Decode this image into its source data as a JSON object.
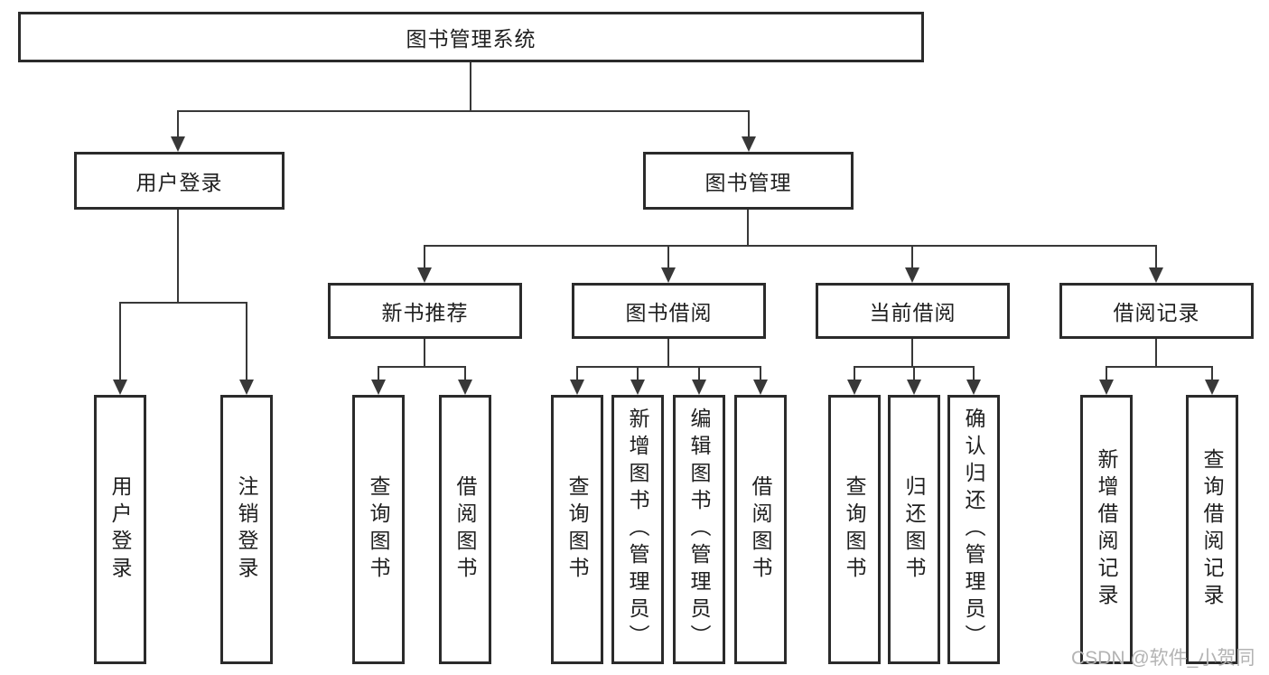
{
  "tree": {
    "root": {
      "label": "图书管理系统"
    },
    "branches": [
      {
        "label": "用户登录",
        "leaves": [
          {
            "label": "用户登录"
          },
          {
            "label": "注销登录"
          }
        ]
      },
      {
        "label": "图书管理",
        "groups": [
          {
            "label": "新书推荐",
            "leaves": [
              {
                "label": "查询图书"
              },
              {
                "label": "借阅图书"
              }
            ]
          },
          {
            "label": "图书借阅",
            "leaves": [
              {
                "label": "查询图书"
              },
              {
                "label": "新增图书（管理员）"
              },
              {
                "label": "编辑图书（管理员）"
              },
              {
                "label": "借阅图书"
              }
            ]
          },
          {
            "label": "当前借阅",
            "leaves": [
              {
                "label": "查询图书"
              },
              {
                "label": "归还图书"
              },
              {
                "label": "确认归还（管理员）"
              }
            ]
          },
          {
            "label": "借阅记录",
            "leaves": [
              {
                "label": "新增借阅记录"
              },
              {
                "label": "查询借阅记录"
              }
            ]
          }
        ]
      }
    ]
  },
  "watermark": {
    "text": "CSDN @软件_小贺同学"
  },
  "colors": {
    "border": "#2b2b2b",
    "line": "#383838",
    "text": "#1f1f1f",
    "watermark": "#b3b3b3",
    "background": "#ffffff"
  }
}
